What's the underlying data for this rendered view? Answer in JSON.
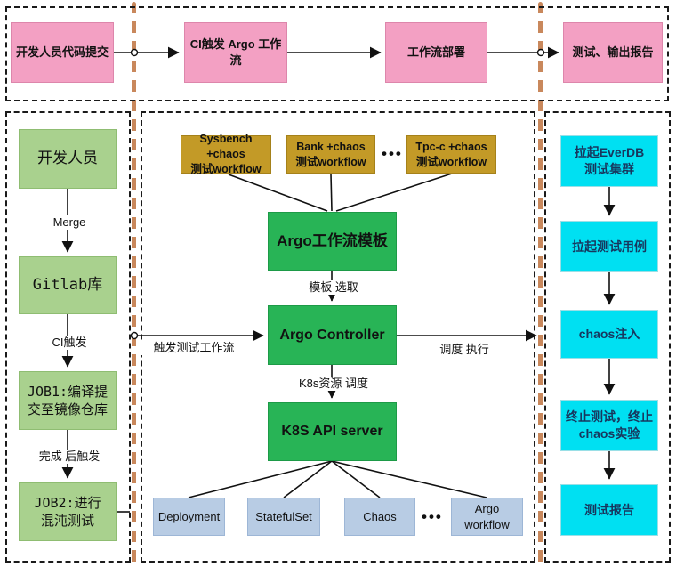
{
  "colors": {
    "pink": "#f3a0c3",
    "pinkborder": "#dd86ab",
    "lightgreen": "#a9d18e",
    "lightgreenborder": "#8fbd72",
    "green": "#28b456",
    "greenborder": "#1d9a47",
    "gold": "#c39a27",
    "goldborder": "#a5811a",
    "lightblue": "#b8cce4",
    "lightblueborder": "#9db6d6",
    "cyan": "#00e0f2",
    "cyanborder": "#9adfe6",
    "cyantext": "#17375e",
    "phaseline": "#c9885c"
  },
  "top_band": {
    "steps": [
      "开发人员代码提交",
      "CI触发 Argo 工作流",
      "工作流部署",
      "测试、输出报告"
    ]
  },
  "left_panel": {
    "dev": "开发人员",
    "merge_label": "Merge",
    "gitlab": "Gitlab库",
    "ci_label": "CI触发",
    "job1": "JOB1:编译提\n交至镜像仓库",
    "done_label": "完成 后触发",
    "job2": "JOB2:进行\n混沌测试"
  },
  "middle_panel": {
    "workflows": [
      "Sysbench +chaos\n测试workflow",
      "Bank +chaos\n测试workflow",
      "Tpc-c +chaos\n测试workflow"
    ],
    "workflow_ellipsis": "•••",
    "template": "Argo工作流模板",
    "template_select_label": "模板 选取",
    "controller": "Argo Controller",
    "k8s_label": "K8s资源 调度",
    "api_server": "K8S API server",
    "trigger_label": "触发测试工作流",
    "dispatch_label": "调度 执行",
    "resources": [
      "Deployment",
      "StatefulSet",
      "Chaos",
      "Argo\nworkflow"
    ],
    "resource_ellipsis": "•••"
  },
  "right_panel": {
    "steps": [
      "拉起EverDB\n测试集群",
      "拉起测试用例",
      "chaos注入",
      "终止测试，终止\nchaos实验",
      "测试报告"
    ]
  }
}
